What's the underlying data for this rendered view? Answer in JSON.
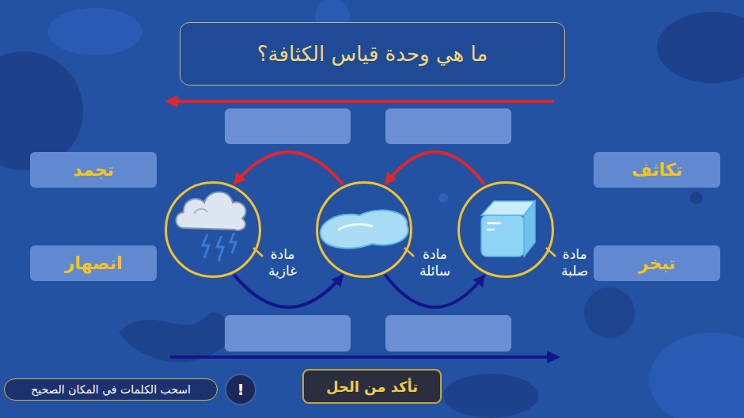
{
  "diagram": {
    "title": "ما هي وحدة قياس الكثافة؟",
    "nodes": [
      {
        "text": [
          "تكاثف"
        ]
      },
      {
        "text": [
          "تجمد"
        ]
      },
      {
        "text": [
          "مادة صلبة"
        ]
      },
      {
        "text": [
          "مادة سائلة"
        ]
      },
      {
        "text": [
          "مادة غازية"
        ]
      },
      {
        "text": [
          "تبخر"
        ]
      },
      {
        "text": [
          "انصهار"
        ]
      },
      {
        "text": [
          "تأكد من الحل"
        ]
      },
      {
        "text": [
          "!"
        ]
      },
      {
        "text": [
          "اسحب الكلمات في المكان الصحيح"
        ]
      }
    ],
    "edges": [
      {
        "from": 2,
        "to": 3,
        "arrow": "to"
      },
      {
        "from": 3,
        "to": 4,
        "arrow": "to"
      },
      {
        "from": 4,
        "to": 3,
        "arrow": "to"
      },
      {
        "from": 3,
        "to": 2,
        "arrow": "to"
      }
    ]
  }
}
